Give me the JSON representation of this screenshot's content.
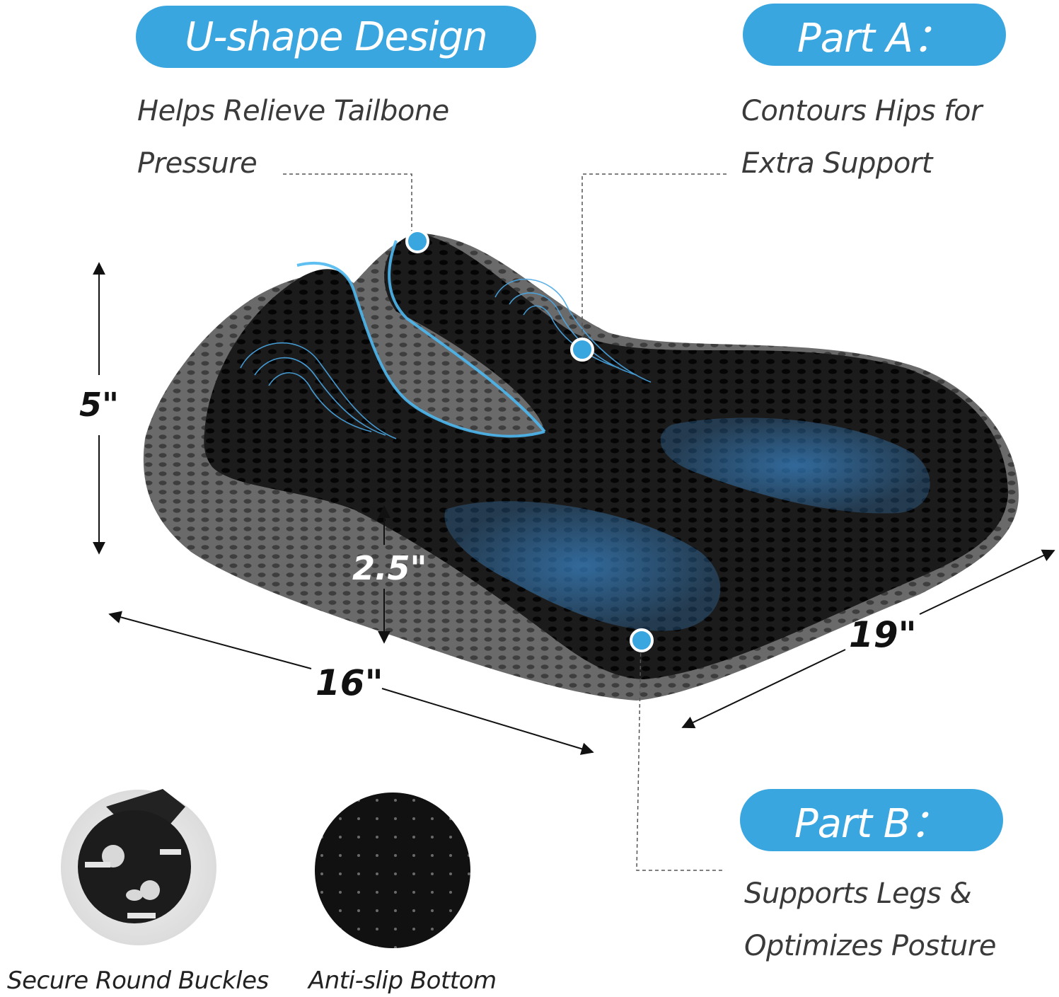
{
  "features": {
    "u_shape": {
      "title": "U-shape Design",
      "line1": "Helps Relieve Tailbone",
      "line2": "Pressure"
    },
    "part_a": {
      "title": "Part A：",
      "line1": "Contours Hips for",
      "line2": "Extra Support"
    },
    "part_b": {
      "title": "Part B：",
      "line1": "Supports Legs &",
      "line2": "Optimizes Posture"
    }
  },
  "dimensions": {
    "height": "5\"",
    "center_height": "2.5\"",
    "depth": "16\"",
    "width": "19\""
  },
  "details": {
    "buckles": "Secure Round Buckles",
    "bottom": "Anti-slip Bottom"
  },
  "colors": {
    "accent": "#3aa6e0",
    "cushion_top": "#1a1a1a",
    "cushion_side": "#5e5e5e"
  }
}
